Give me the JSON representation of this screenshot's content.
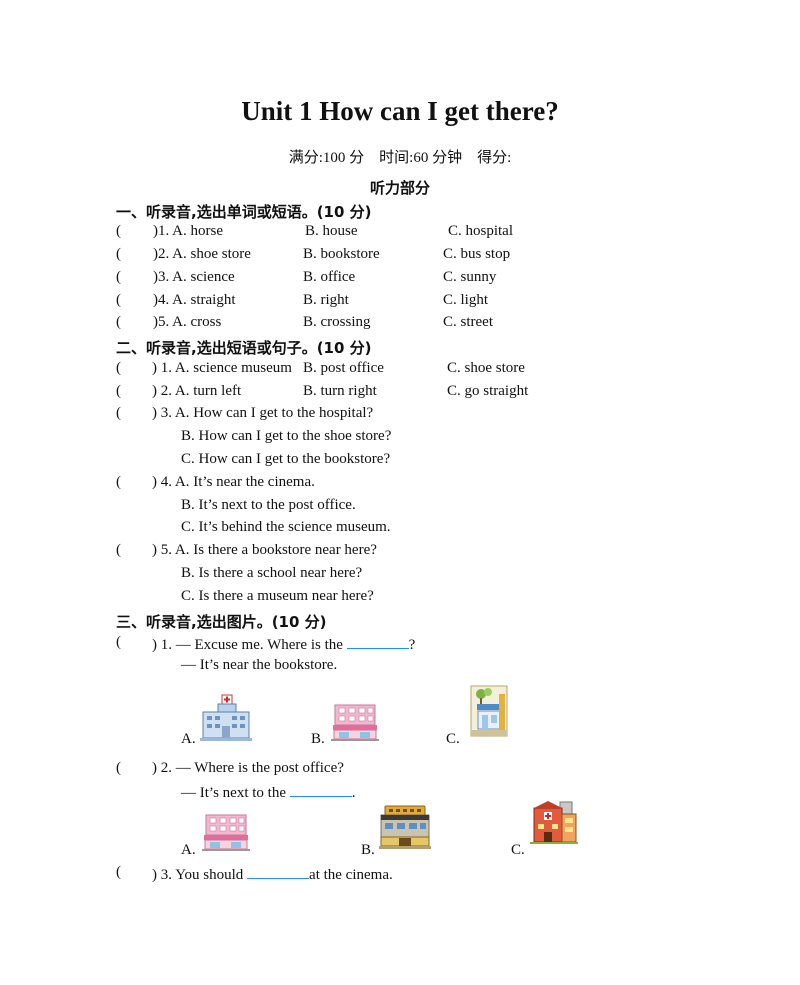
{
  "title": "Unit 1 How can I get there?",
  "meta": "满分:100 分　时间:60 分钟　得分:",
  "part_label": "听力部分",
  "sections": {
    "s1": "一、听录音,选出单词或短语。(10 分)",
    "s2": "二、听录音,选出短语或句子。(10 分)",
    "s3": "三、听录音,选出图片。(10 分)"
  },
  "s1_items": [
    {
      "paren": "(",
      "num": ")1. A. horse",
      "b": "B. house",
      "c": "C. hospital"
    },
    {
      "paren": "(",
      "num": ")2. A. shoe store",
      "b": "B. bookstore",
      "c": "C. bus stop"
    },
    {
      "paren": "(",
      "num": ")3. A. science",
      "b": "B. office",
      "c": "C. sunny"
    },
    {
      "paren": "(",
      "num": ")4. A. straight",
      "b": "B. right",
      "c": "C. light"
    },
    {
      "paren": "(",
      "num": ")5. A. cross",
      "b": "B. crossing",
      "c": "C. street"
    }
  ],
  "s2_items": [
    {
      "paren": "(",
      "num": ") 1. A. science museum",
      "b": "B. post office",
      "c": "C. shoe store"
    },
    {
      "paren": "(",
      "num": ") 2. A. turn left",
      "b": "B. turn right",
      "c": "C. go straight"
    }
  ],
  "s2_q3": {
    "paren": "(",
    "a": ") 3. A. How can I get to the hospital?",
    "b": "B. How can I get to the shoe store?",
    "c": "C. How can I get to the bookstore?"
  },
  "s2_q4": {
    "paren": "(",
    "a": ") 4. A. It’s near the cinema.",
    "b": "B. It’s next to the post office.",
    "c": "C. It’s behind the science museum."
  },
  "s2_q5": {
    "paren": "(",
    "a": ") 5. A. Is there a bookstore near here?",
    "b": "B. Is there a school near here?",
    "c": "C. Is there a museum near here?"
  },
  "s3_q1": {
    "paren": "(",
    "q_pre": ") 1. ― Excuse me. Where is the ",
    "q_post": "?",
    "answer": "― It’s near the bookstore.",
    "opt_a": "A.",
    "opt_b": "B.",
    "opt_c": "C."
  },
  "s3_q2": {
    "paren": "(",
    "q": ") 2. ― Where is the post office?",
    "ans_pre": "― It’s next to the ",
    "ans_post": ".",
    "opt_a": "A.",
    "opt_b": "B.",
    "opt_c": "C."
  },
  "s3_q3": {
    "paren": "(",
    "pre": ") 3. You should ",
    "post": "at the cinema."
  },
  "colors": {
    "blank_line": "#1e90ff"
  },
  "icons": {
    "s3_q1": [
      "hospital-building-icon",
      "shoe-store-building-icon",
      "bookstore-building-icon"
    ],
    "s3_q2": [
      "shoe-store-building-icon",
      "cinema-building-icon",
      "hospital-building-icon"
    ]
  }
}
